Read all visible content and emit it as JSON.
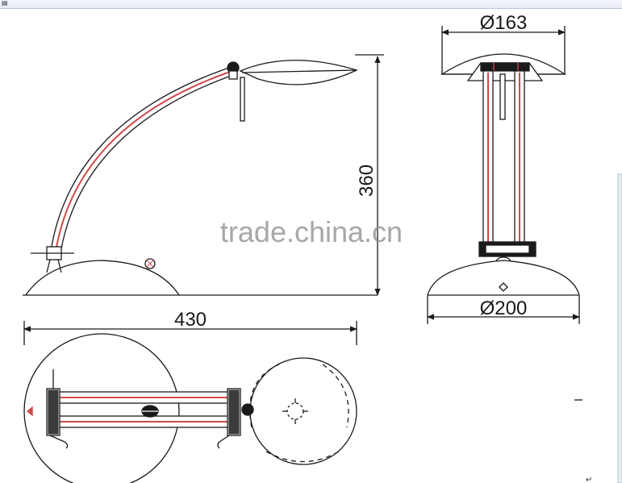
{
  "dimensions": {
    "top_diameter": "Ø163",
    "height": "360",
    "length": "430",
    "base_diameter": "Ø200"
  },
  "watermark": "trade.china.cn",
  "colors": {
    "line": "#1a1a1a",
    "arm_stripe": "#d24a4a",
    "watermark": "#8a8a8a"
  },
  "icons": {
    "top_left": "page-icon"
  }
}
